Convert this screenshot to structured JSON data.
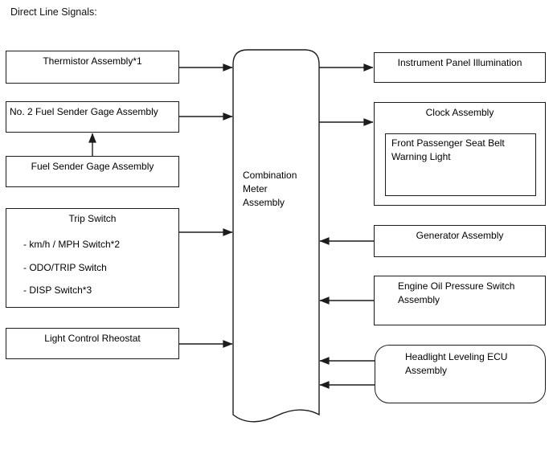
{
  "title": "Direct Line Signals:",
  "center_box": {
    "label": "Combination\nMeter\nAssembly"
  },
  "left_boxes": [
    {
      "label": "Thermistor Assembly*1"
    },
    {
      "label": "No. 2 Fuel Sender Gage Assembly"
    },
    {
      "label": "Fuel Sender Gage Assembly"
    },
    {
      "title": "Trip Switch",
      "items": [
        "- km/h / MPH Switch*2",
        "- ODO/TRIP Switch",
        "- DISP Switch*3"
      ]
    },
    {
      "label": "Light Control Rheostat"
    }
  ],
  "right_boxes": [
    {
      "label": "Instrument Panel Illumination"
    },
    {
      "label": "Clock Assembly",
      "inner": "Front Passenger Seat Belt\nWarning Light"
    },
    {
      "label": "Generator Assembly"
    },
    {
      "label": "Engine Oil Pressure Switch\nAssembly"
    },
    {
      "label": "Headlight Leveling ECU\nAssembly"
    }
  ],
  "colors": {
    "background": "#ffffff",
    "line": "#1c1c1c",
    "text": "#000000"
  }
}
